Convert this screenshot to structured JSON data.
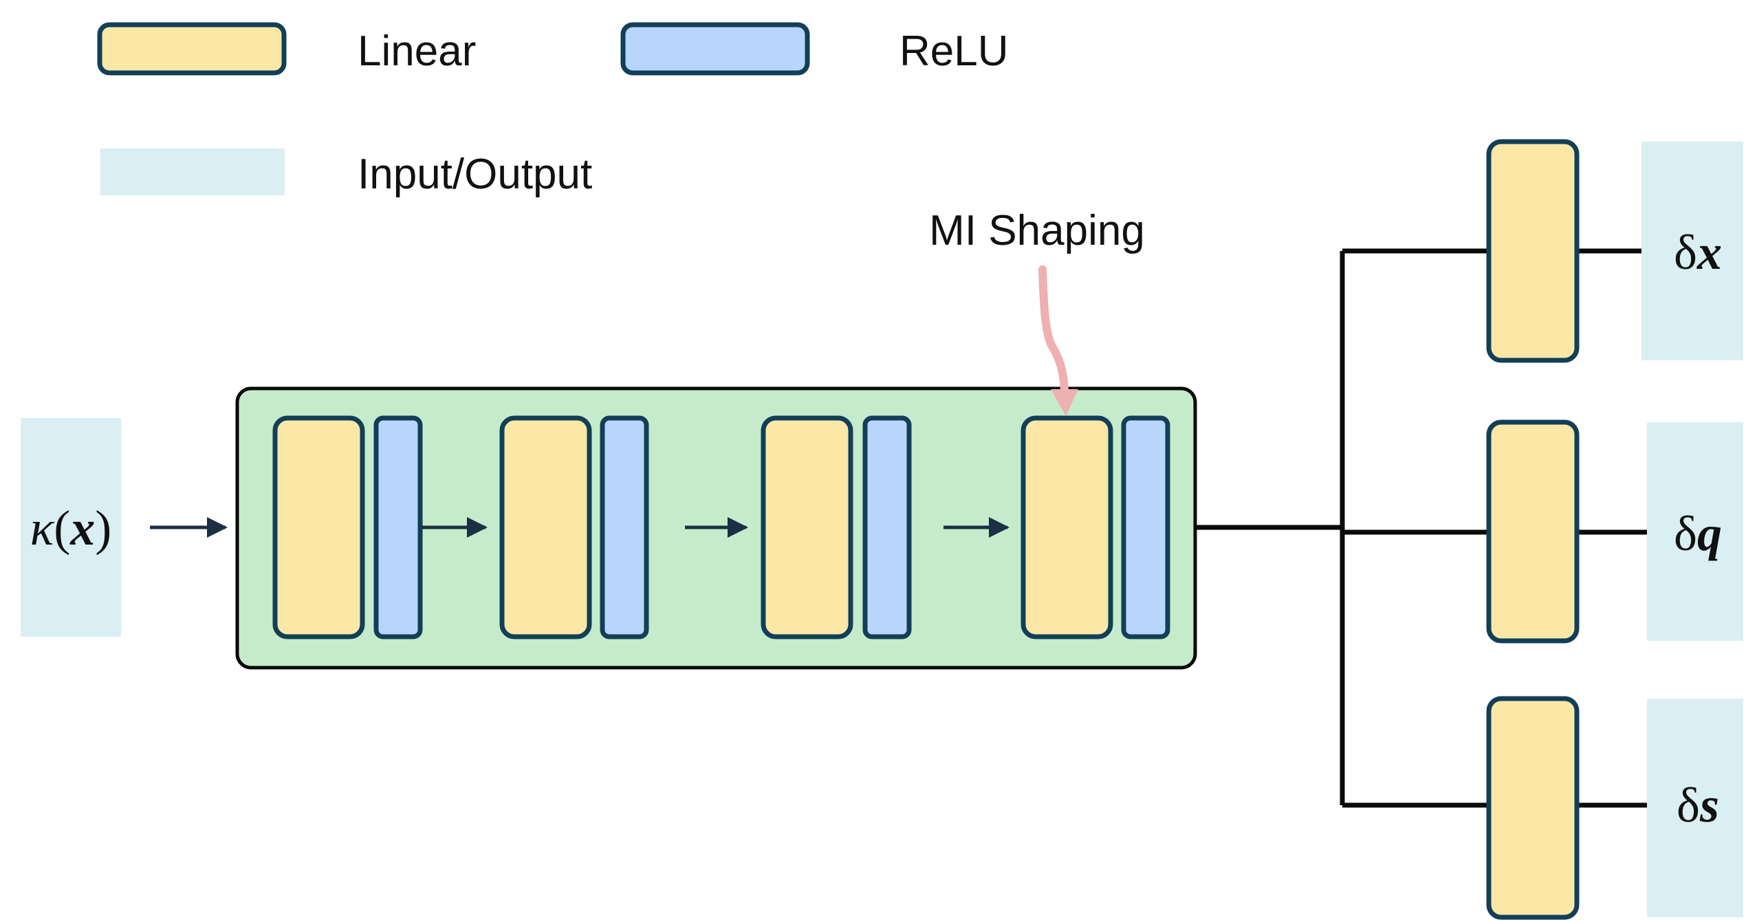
{
  "legend": {
    "linear_label": "Linear",
    "relu_label": "ReLU",
    "io_label": "Input/Output"
  },
  "annotation": {
    "mi_shaping_label": "MI Shaping"
  },
  "input": {
    "prefix": "κ",
    "open_paren": "(",
    "variable": "x",
    "close_paren": ")"
  },
  "outputs": [
    {
      "delta": "δ",
      "variable": "x"
    },
    {
      "delta": "δ",
      "variable": "q"
    },
    {
      "delta": "δ",
      "variable": "s"
    }
  ],
  "colors": {
    "linear_fill": "#fbe8a6",
    "relu_fill": "#b8d6fb",
    "io_fill": "#d9eff3",
    "backbone_fill": "#c5ebcb",
    "block_stroke": "#123f57",
    "line": "#0a0a0a",
    "mi_arrow": "#eeb0b0"
  }
}
